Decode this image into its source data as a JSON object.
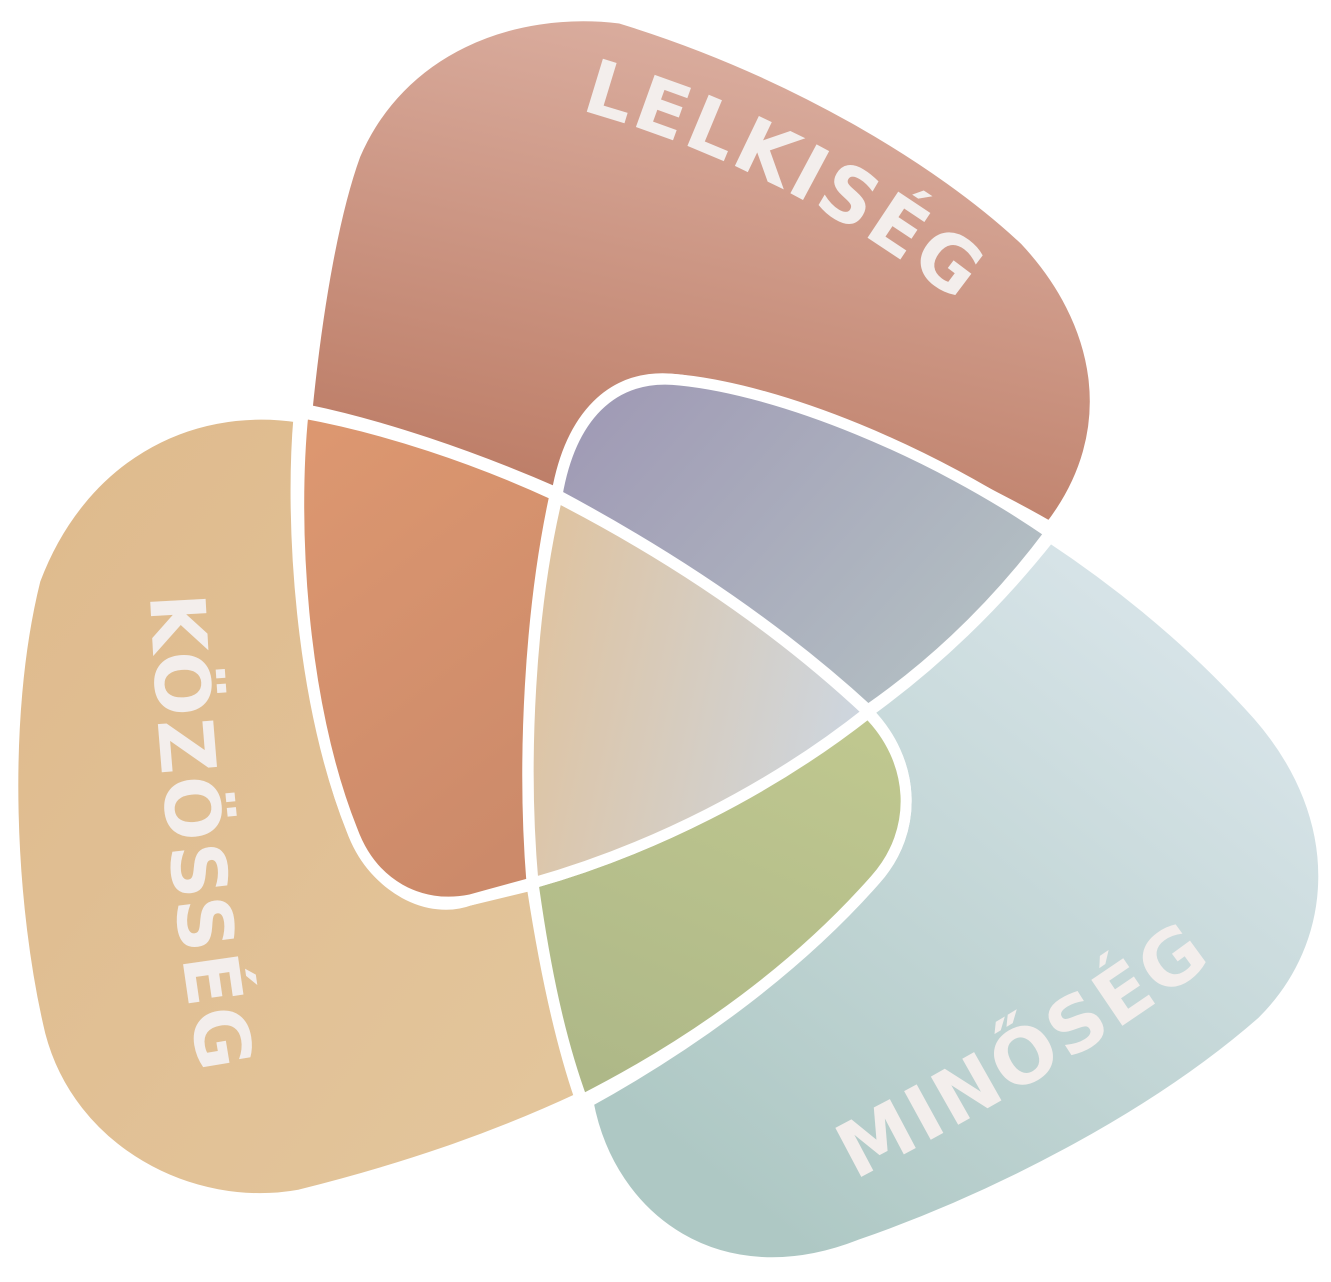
{
  "diagram": {
    "type": "three-set-venn",
    "sets": [
      {
        "id": "lelkiseg",
        "label": "LELKISÉG",
        "color": "#c98e7b"
      },
      {
        "id": "kozosseg",
        "label": "KÖZÖSSÉG",
        "color": "#e0bd90"
      },
      {
        "id": "minoseg",
        "label": "MINŐSÉG",
        "color": "#c2d7d9"
      }
    ],
    "intersections": {
      "lelkiseg_kozosseg": "#d58f6b",
      "lelkiseg_minoseg": "#a4a4b6",
      "kozosseg_minoseg": "#b7bf8c",
      "all_three": "#d5cec1"
    }
  }
}
